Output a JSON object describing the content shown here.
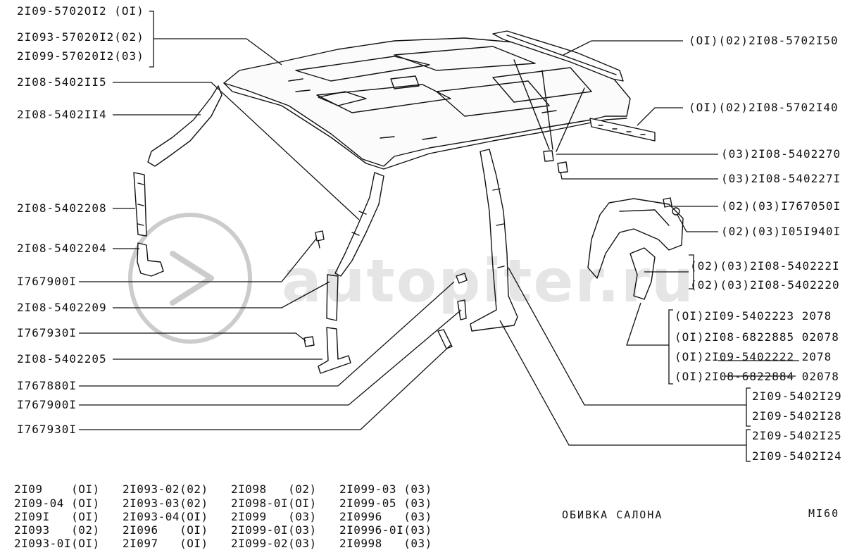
{
  "title": "ОБИВКА САЛОНА",
  "page_code": "MI60",
  "watermark": "autopiter.ru",
  "left_labels": [
    {
      "id": "l1a",
      "text": "2I09-5702OI2 (OI)"
    },
    {
      "id": "l1b",
      "text": "2I093-57020I2(02)"
    },
    {
      "id": "l1c",
      "text": "2I099-57020I2(03)"
    },
    {
      "id": "l2",
      "text": "2I08-5402II5"
    },
    {
      "id": "l3",
      "text": "2I08-5402II4"
    },
    {
      "id": "l4",
      "text": "2I08-5402208"
    },
    {
      "id": "l5",
      "text": "2I08-5402204"
    },
    {
      "id": "l6",
      "text": "I767900I"
    },
    {
      "id": "l7",
      "text": "2I08-5402209"
    },
    {
      "id": "l8",
      "text": "I767930I"
    },
    {
      "id": "l9",
      "text": "2I08-5402205"
    },
    {
      "id": "l10",
      "text": "I767880I"
    },
    {
      "id": "l11",
      "text": "I767900I"
    },
    {
      "id": "l12",
      "text": "I767930I"
    }
  ],
  "right_labels": [
    {
      "id": "r1",
      "text": "(OI)(02)2I08-5702I50"
    },
    {
      "id": "r2",
      "text": "(OI)(02)2I08-5702I40"
    },
    {
      "id": "r3",
      "text": "(03)2I08-5402270"
    },
    {
      "id": "r4",
      "text": "(03)2I08-540227I"
    },
    {
      "id": "r5",
      "text": "(02)(03)I767050I"
    },
    {
      "id": "r6",
      "text": "(02)(03)I05I940I"
    },
    {
      "id": "r7",
      "text": "(02)(03)2I08-540222I"
    },
    {
      "id": "r8",
      "text": "(02)(03)2I08-5402220"
    },
    {
      "id": "r9",
      "text": "(OI)2I09-5402223  2078"
    },
    {
      "id": "r10",
      "text": "(OI)2I08-6822885 02078"
    },
    {
      "id": "r11",
      "text": "(OI)2I09-5402222  2078"
    },
    {
      "id": "r12",
      "text": "(OI)2I08-6822884 02078"
    },
    {
      "id": "r13",
      "text": "2I09-5402I29"
    },
    {
      "id": "r14",
      "text": "2I09-5402I28"
    },
    {
      "id": "r15",
      "text": "2I09-5402I25"
    },
    {
      "id": "r16",
      "text": "2I09-5402I24"
    }
  ],
  "model_table": [
    [
      "2I09    (OI)",
      "2I093-02(02)",
      "2I098   (02)",
      "2I099-03 (03)"
    ],
    [
      "2I09-04 (OI)",
      "2I093-03(02)",
      "2I098-0I(OI)",
      "2I099-05 (03)"
    ],
    [
      "2I09I   (OI)",
      "2I093-04(OI)",
      "2I099   (03)",
      "2I0996   (03)"
    ],
    [
      "2I093   (02)",
      "2I096   (OI)",
      "2I099-0I(03)",
      "2I0996-0I(03)"
    ],
    [
      "2I093-0I(OI)",
      "2I097   (OI)",
      "2I099-02(03)",
      "2I0998   (03)"
    ]
  ]
}
